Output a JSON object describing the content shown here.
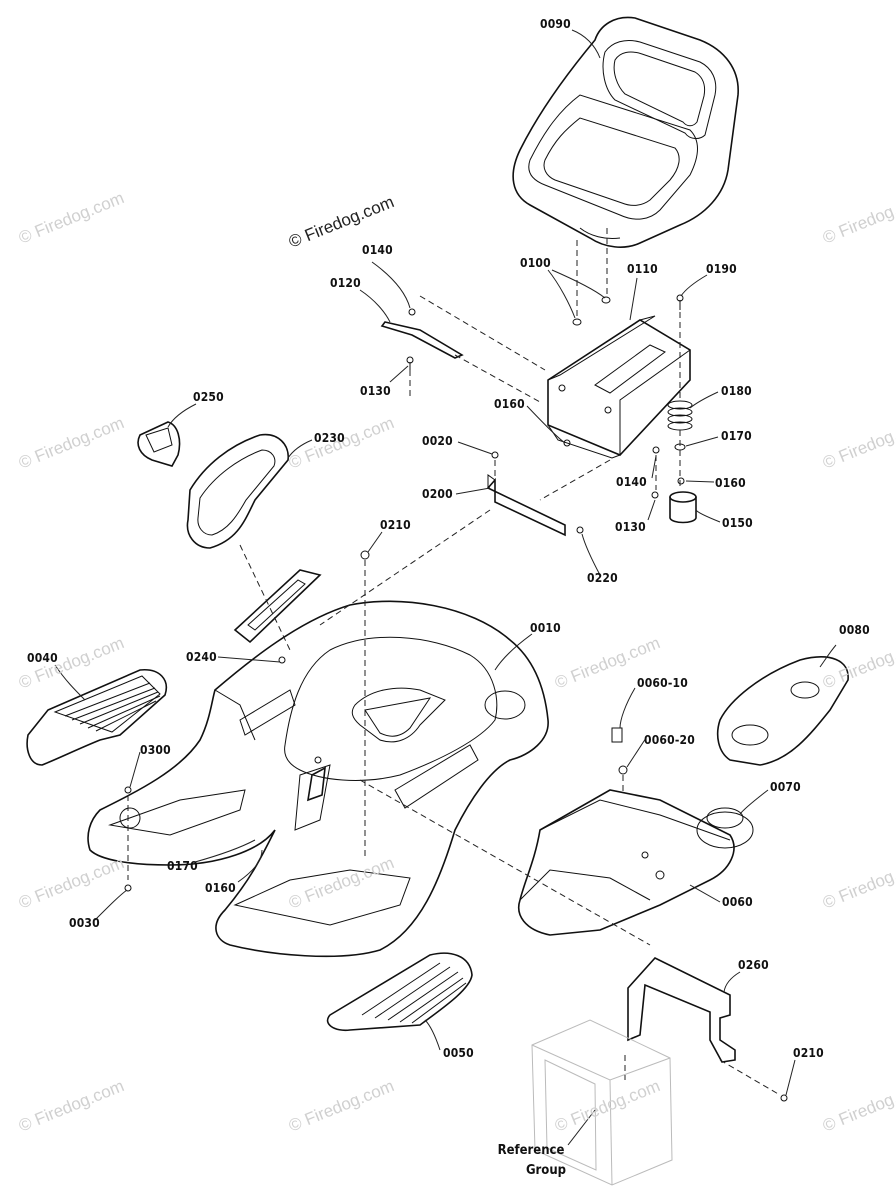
{
  "diagram": {
    "watermark_main": "© Firedog.com",
    "watermark_repeat": "© Firedog.com",
    "reference": {
      "line1": "Reference",
      "line2": "Group"
    },
    "parts": [
      {
        "id": "p0090",
        "label": "0090"
      },
      {
        "id": "p0140a",
        "label": "0140"
      },
      {
        "id": "p0120",
        "label": "0120"
      },
      {
        "id": "p0100",
        "label": "0100"
      },
      {
        "id": "p0110",
        "label": "0110"
      },
      {
        "id": "p0190",
        "label": "0190"
      },
      {
        "id": "p0130a",
        "label": "0130"
      },
      {
        "id": "p0250",
        "label": "0250"
      },
      {
        "id": "p0160a",
        "label": "0160"
      },
      {
        "id": "p0180",
        "label": "0180"
      },
      {
        "id": "p0230",
        "label": "0230"
      },
      {
        "id": "p0020",
        "label": "0020"
      },
      {
        "id": "p0170a",
        "label": "0170"
      },
      {
        "id": "p0140b",
        "label": "0140"
      },
      {
        "id": "p0160b",
        "label": "0160"
      },
      {
        "id": "p0200",
        "label": "0200"
      },
      {
        "id": "p0130b",
        "label": "0130"
      },
      {
        "id": "p0150",
        "label": "0150"
      },
      {
        "id": "p0210a",
        "label": "0210"
      },
      {
        "id": "p0220",
        "label": "0220"
      },
      {
        "id": "p0010",
        "label": "0010"
      },
      {
        "id": "p0080",
        "label": "0080"
      },
      {
        "id": "p0040",
        "label": "0040"
      },
      {
        "id": "p0240",
        "label": "0240"
      },
      {
        "id": "p0060-10",
        "label": "0060-10"
      },
      {
        "id": "p0300",
        "label": "0300"
      },
      {
        "id": "p0060-20",
        "label": "0060-20"
      },
      {
        "id": "p0070",
        "label": "0070"
      },
      {
        "id": "p0170b",
        "label": "0170"
      },
      {
        "id": "p0160c",
        "label": "0160"
      },
      {
        "id": "p0030",
        "label": "0030"
      },
      {
        "id": "p0060",
        "label": "0060"
      },
      {
        "id": "p0260",
        "label": "0260"
      },
      {
        "id": "p0050",
        "label": "0050"
      },
      {
        "id": "p0210b",
        "label": "0210"
      }
    ]
  }
}
